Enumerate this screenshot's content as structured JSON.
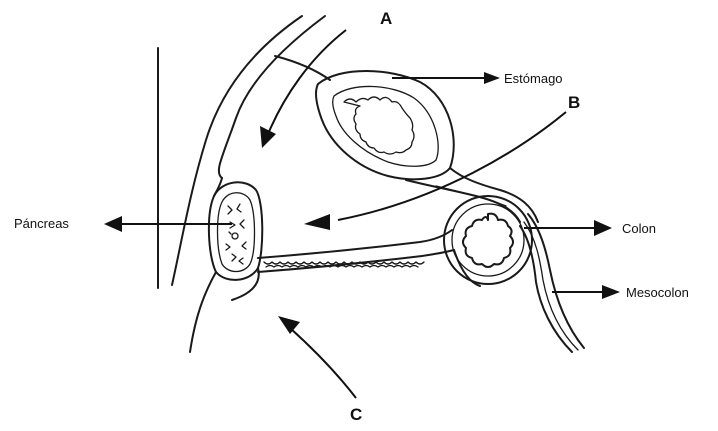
{
  "labels": {
    "a": "A",
    "b": "B",
    "c": "C",
    "estomago": "Estómago",
    "pancreas": "Páncreas",
    "colon": "Colon",
    "mesocolon": "Mesocolon"
  },
  "colors": {
    "ink": "#1a1a1a",
    "background": "#ffffff"
  }
}
